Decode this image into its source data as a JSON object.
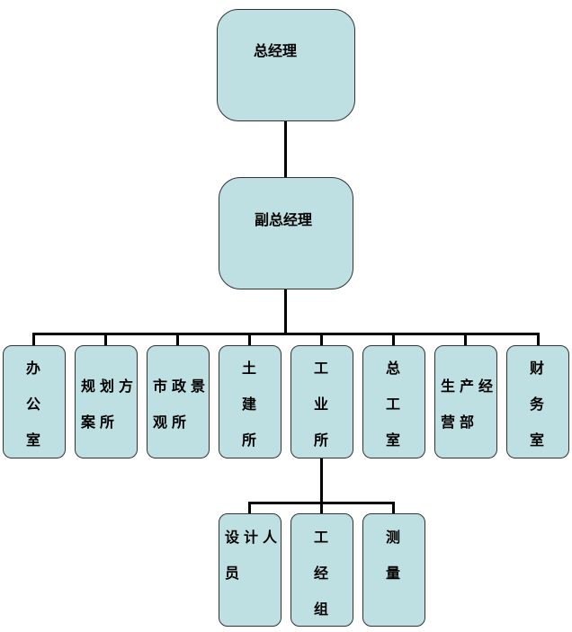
{
  "org_chart": {
    "gm": "总经理",
    "deputy_gm": "副总经理",
    "departments": [
      {
        "label": "办\n\n公\n\n室"
      },
      {
        "label": "规划方\n\n案所"
      },
      {
        "label": "市政景\n\n观所"
      },
      {
        "label": "土\n\n建\n\n所"
      },
      {
        "label": "工\n\n业\n\n所"
      },
      {
        "label": "总\n\n工\n\n室"
      },
      {
        "label": "生产经\n\n营部"
      },
      {
        "label": "财\n\n务\n\n室"
      }
    ],
    "sub_units": [
      {
        "label": "设计人\n\n员"
      },
      {
        "label": "工\n\n经\n\n组"
      },
      {
        "label": "测\n\n量"
      }
    ]
  }
}
